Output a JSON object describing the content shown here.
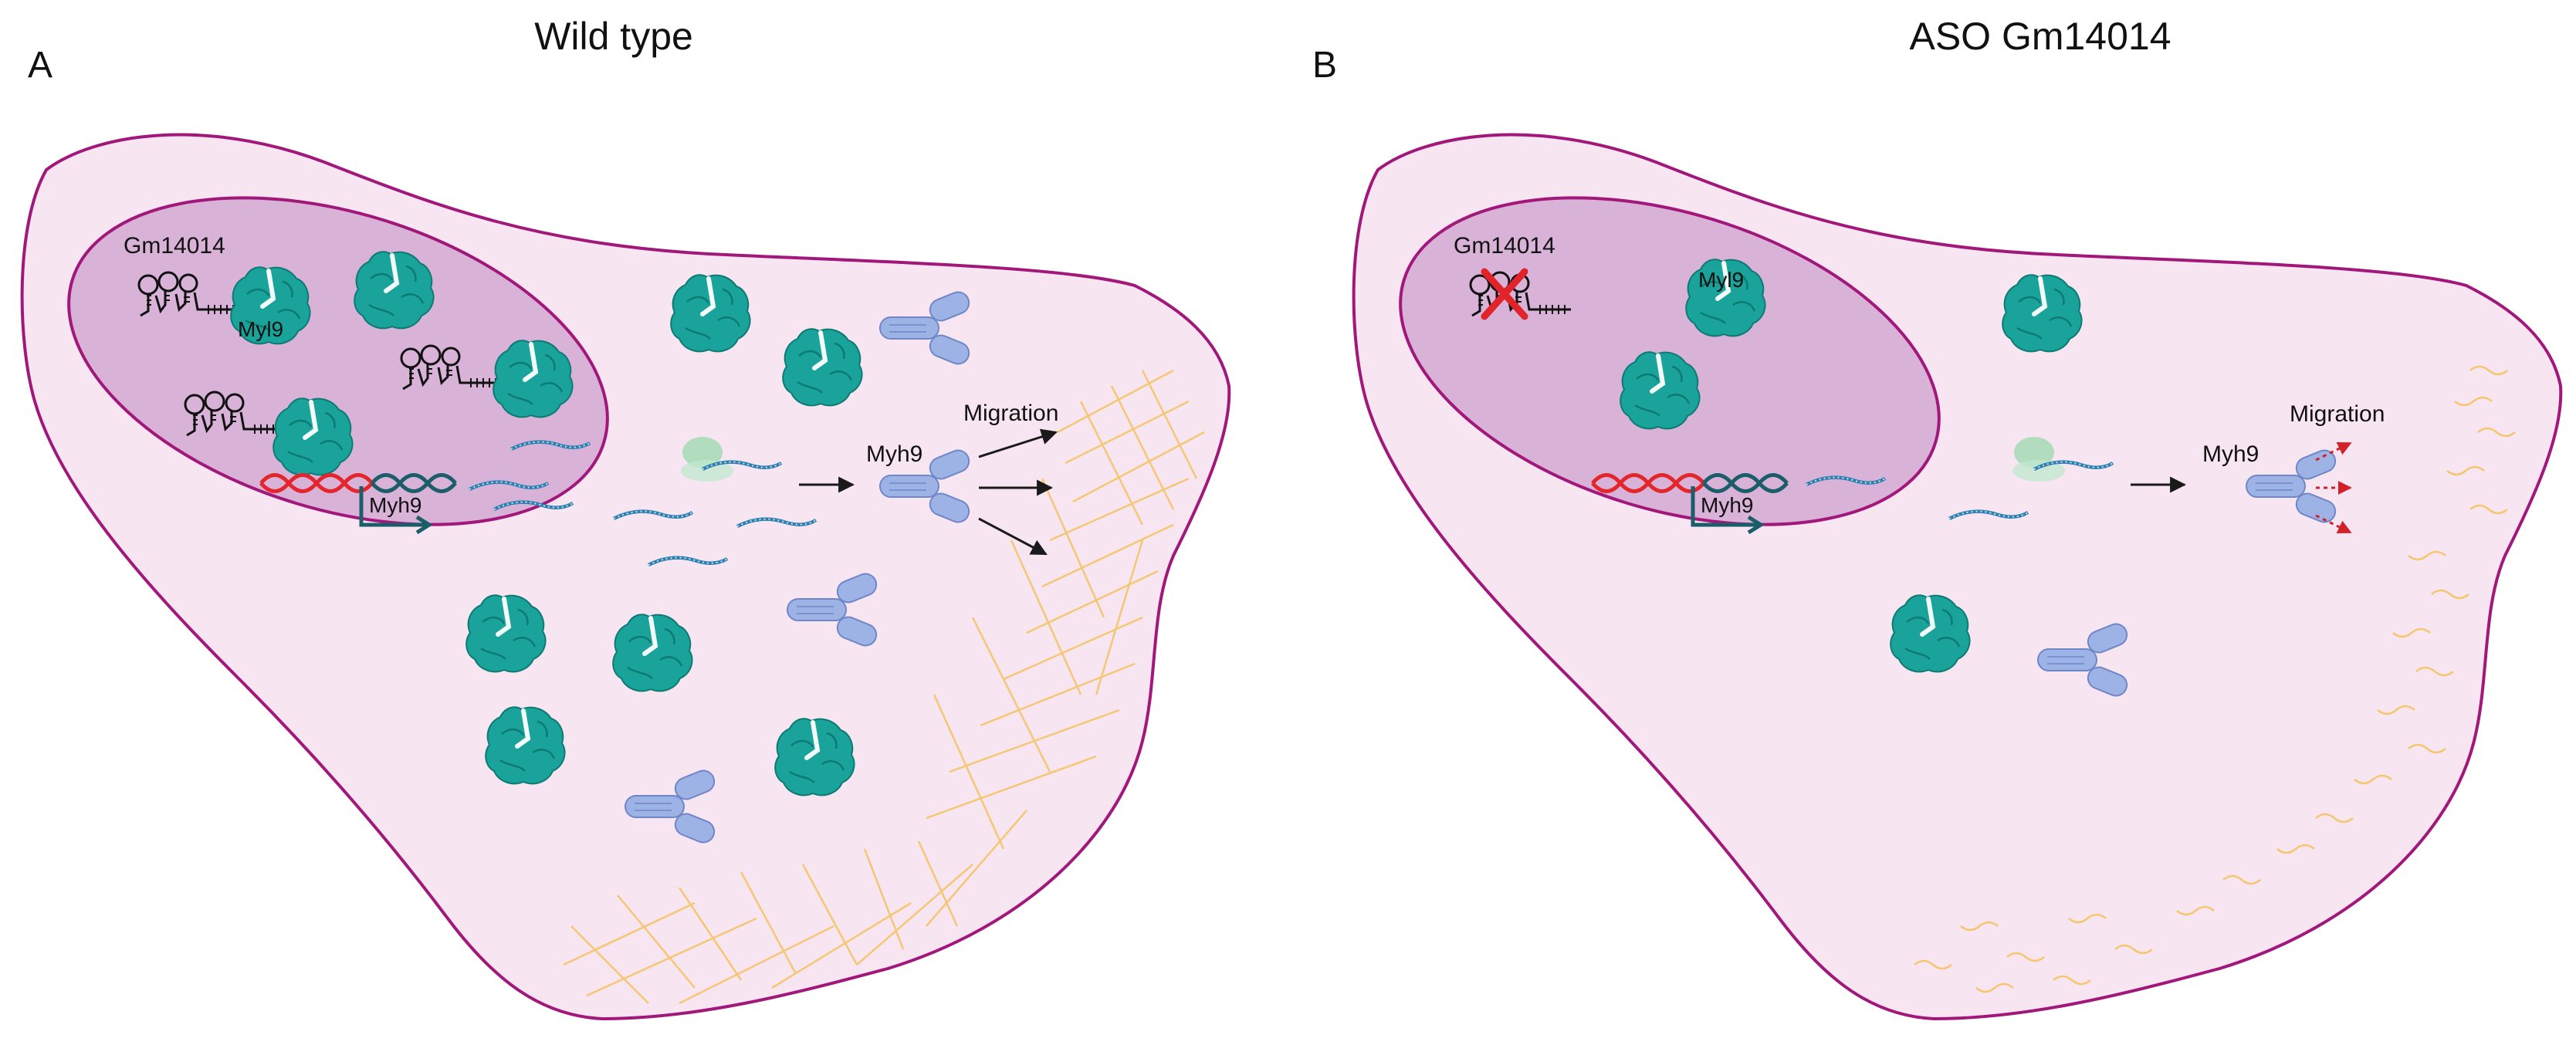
{
  "panels": [
    {
      "letter": "A",
      "title": "Wild type",
      "lncrna_label": "Gm14014",
      "protein_label": "Myl9",
      "gene_label": "Myh9",
      "myosin_label": "Myh9",
      "outcome_label": "Migration"
    },
    {
      "letter": "B",
      "title": "ASO Gm14014",
      "lncrna_label": "Gm14014",
      "protein_label": "Myl9",
      "gene_label": "Myh9",
      "myosin_label": "Myh9",
      "outcome_label": "Migration"
    }
  ],
  "colors": {
    "cell_fill": "#f7e6f1",
    "cell_stroke": "#a2187a",
    "nucleus_fill": "#d9b2d8",
    "protein_teal": "#1aa39a",
    "protein_dark": "#0d7a73",
    "myosin_blue": "#9db3e6",
    "myosin_stroke": "#6f87c7",
    "mrna": "#2f7fb0",
    "dna_red": "#e3262b",
    "dna_teal": "#1b5e6a",
    "ribosome_green": "#a8dcb8",
    "fiber_orange": "#f5c66e",
    "arrow_black": "#1a1a1a",
    "arrow_red": "#d3202a",
    "knockdown_x": "#e0242a"
  },
  "icons": [
    "lncrna-hairpin-icon",
    "myl9-protein-icon",
    "myh9-myosin-icon",
    "mrna-icon",
    "ribosome-icon",
    "dna-helix-icon",
    "promoter-arrow-icon",
    "knockdown-x-icon",
    "actin-fiber-icon"
  ]
}
